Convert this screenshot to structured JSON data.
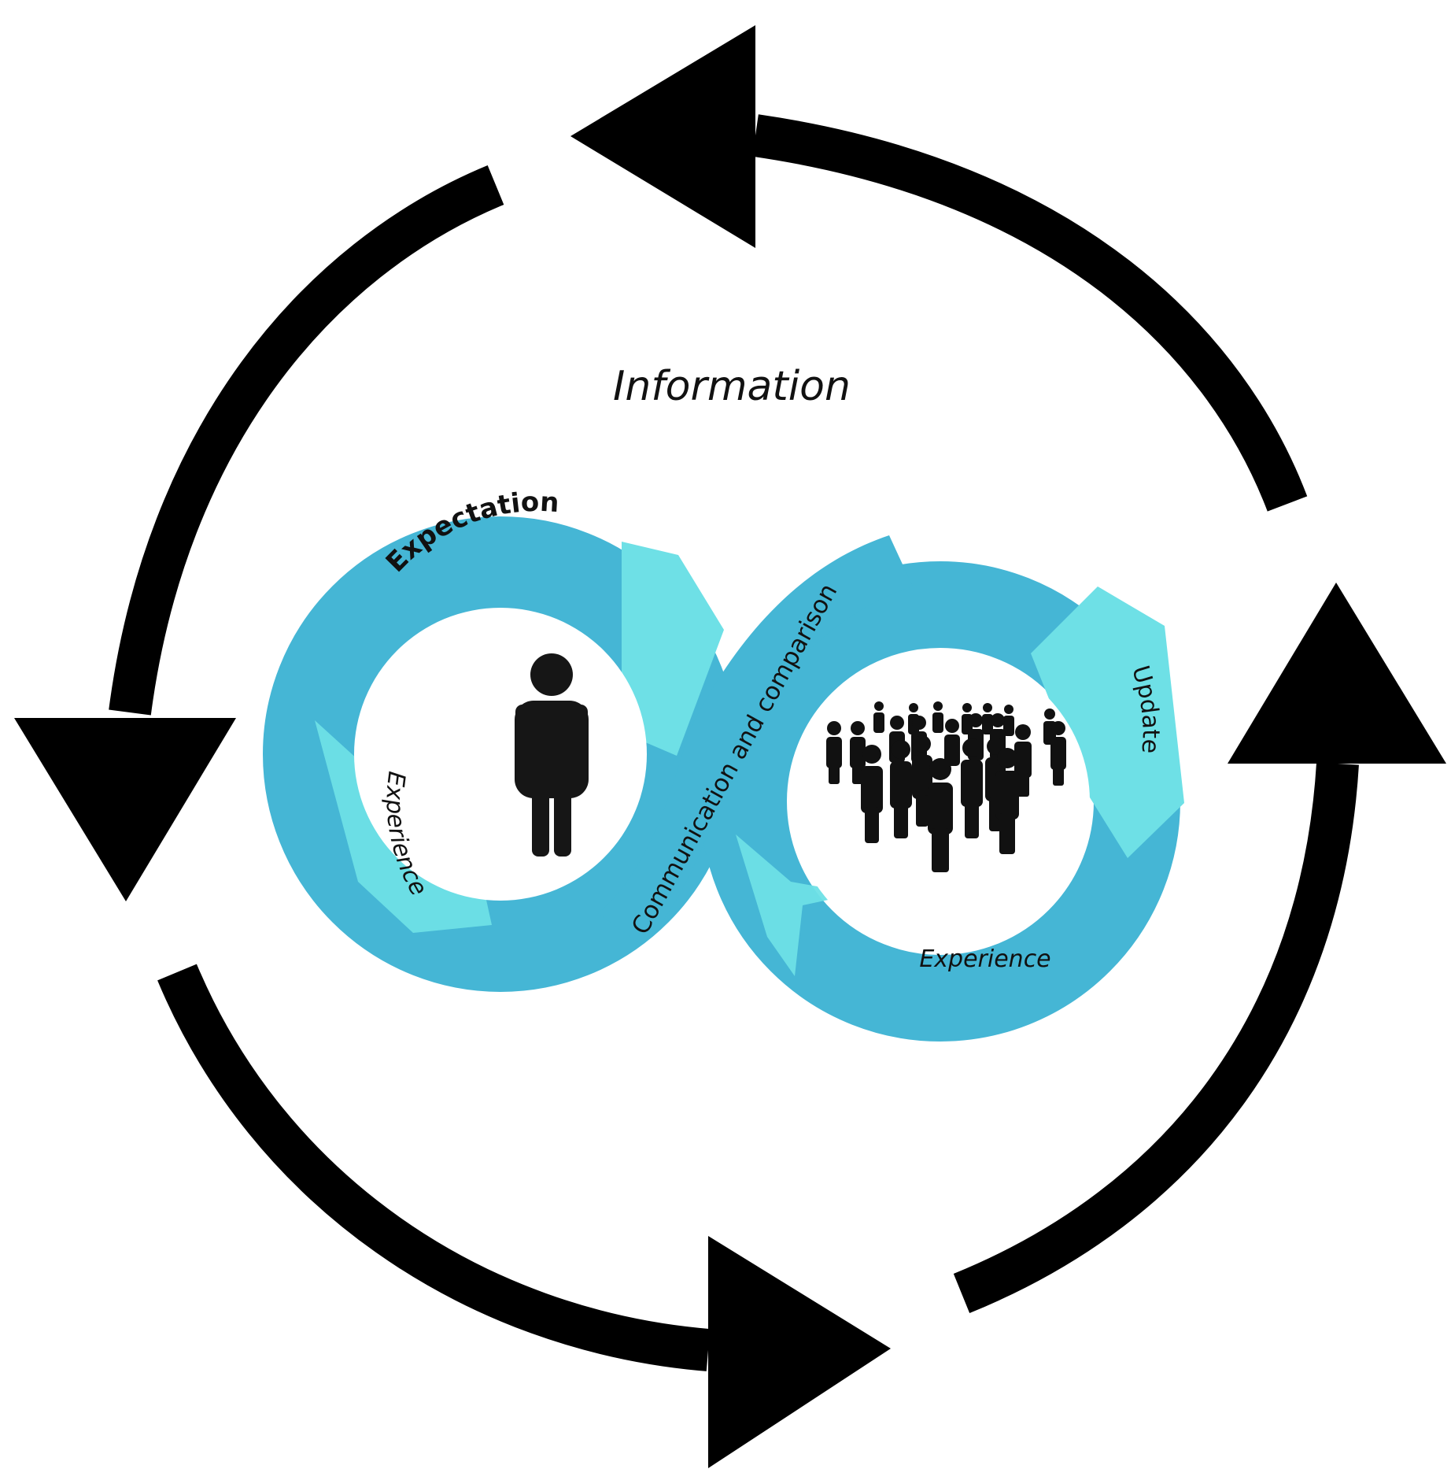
{
  "outer_cycle": {
    "label": "Information",
    "arrow_color": "#000000"
  },
  "left_loop": {
    "top_label": "Expectation",
    "side_label": "Experience",
    "icon": "person-icon"
  },
  "crossing_label": "Communication and comparison",
  "right_loop": {
    "side_label": "Update",
    "bottom_label": "Experience",
    "icon": "crowd-icon"
  },
  "colors": {
    "ring_dark": "#45b6d5",
    "ring_light": "#6ee0e6",
    "icon": "#161616",
    "text": "#111111"
  }
}
